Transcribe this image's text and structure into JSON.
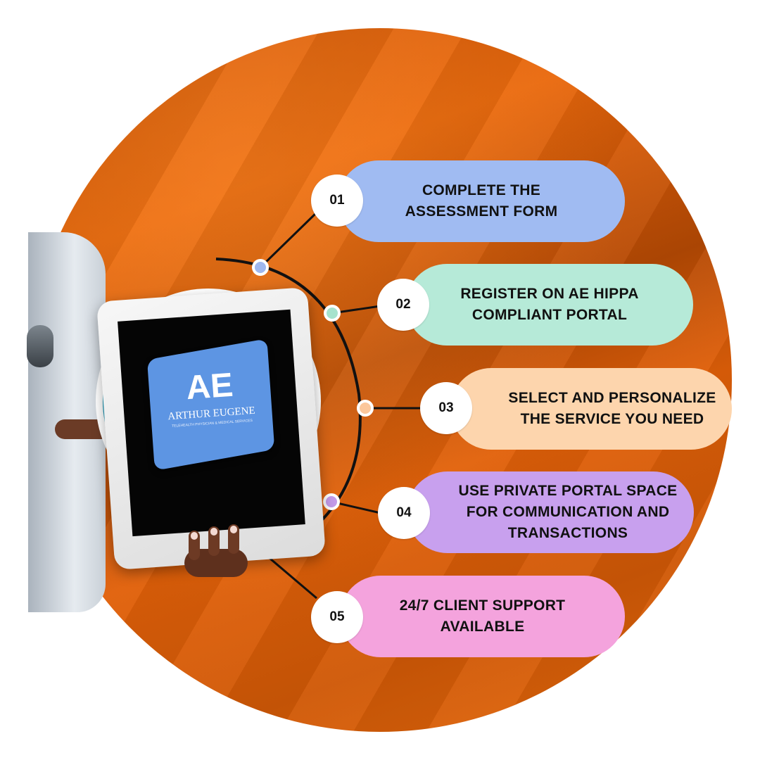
{
  "logo": {
    "initials": "AE",
    "name": "ARTHUR EUGENE",
    "tagline": "TELEHEALTH PHYSICIAN & MEDICAL SERVICES"
  },
  "colors": {
    "background": "#e8660b",
    "teal_ring": "#1a97b5",
    "logo_tile": "#5d95e3"
  },
  "steps": [
    {
      "number": "01",
      "lines": [
        "COMPLETE THE",
        "ASSESSMENT FORM"
      ],
      "color": "#a0bbf2",
      "dot_color": "#9fb7ee"
    },
    {
      "number": "02",
      "lines": [
        "REGISTER ON AE HIPPA",
        "COMPLIANT PORTAL"
      ],
      "color": "#b6ead8",
      "dot_color": "#a6e3cd"
    },
    {
      "number": "03",
      "lines": [
        "SELECT AND PERSONALIZE",
        "THE SERVICE YOU NEED"
      ],
      "color": "#fdd5ad",
      "dot_color": "#fcc79b"
    },
    {
      "number": "04",
      "lines": [
        "USE PRIVATE PORTAL SPACE",
        "FOR COMMUNICATION AND",
        "TRANSACTIONS"
      ],
      "color": "#c8a0ee",
      "dot_color": "#c49be9"
    },
    {
      "number": "05",
      "lines": [
        "24/7 CLIENT SUPPORT",
        "AVAILABLE"
      ],
      "color": "#f4a3dd",
      "dot_color": "#f2a6de"
    }
  ]
}
